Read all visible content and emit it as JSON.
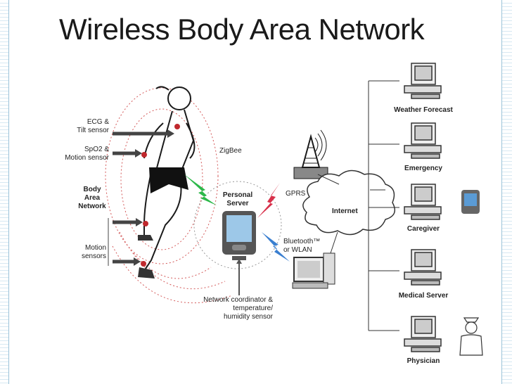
{
  "title": "Wireless Body Area Network",
  "labels": {
    "ecg": "ECG &\nTilt sensor",
    "spo2": "SpO2 &\nMotion sensor",
    "ban": "Body\nArea\nNetwork",
    "motion": "Motion\nsensors",
    "zigbee": "ZigBee",
    "personal_server": "Personal\nServer",
    "gprs": "GPRS",
    "bluetooth": "Bluetooth™\nor WLAN",
    "internet": "Internet",
    "coordinator": "Network coordinator &\ntemperature/\nhumidity sensor"
  },
  "endpoints": [
    {
      "label": "Weather Forecast"
    },
    {
      "label": "Emergency"
    },
    {
      "label": "Caregiver"
    },
    {
      "label": "Medical Server"
    },
    {
      "label": "Physician"
    }
  ],
  "colors": {
    "sensor_dot": "#c0282d",
    "zigbee_bolt": "#2db84a",
    "gprs_bolt": "#d8304a",
    "bluetooth_bolt": "#3a7fd0",
    "frame": "#9cc3d9",
    "range_circle": "#d45a5a"
  }
}
